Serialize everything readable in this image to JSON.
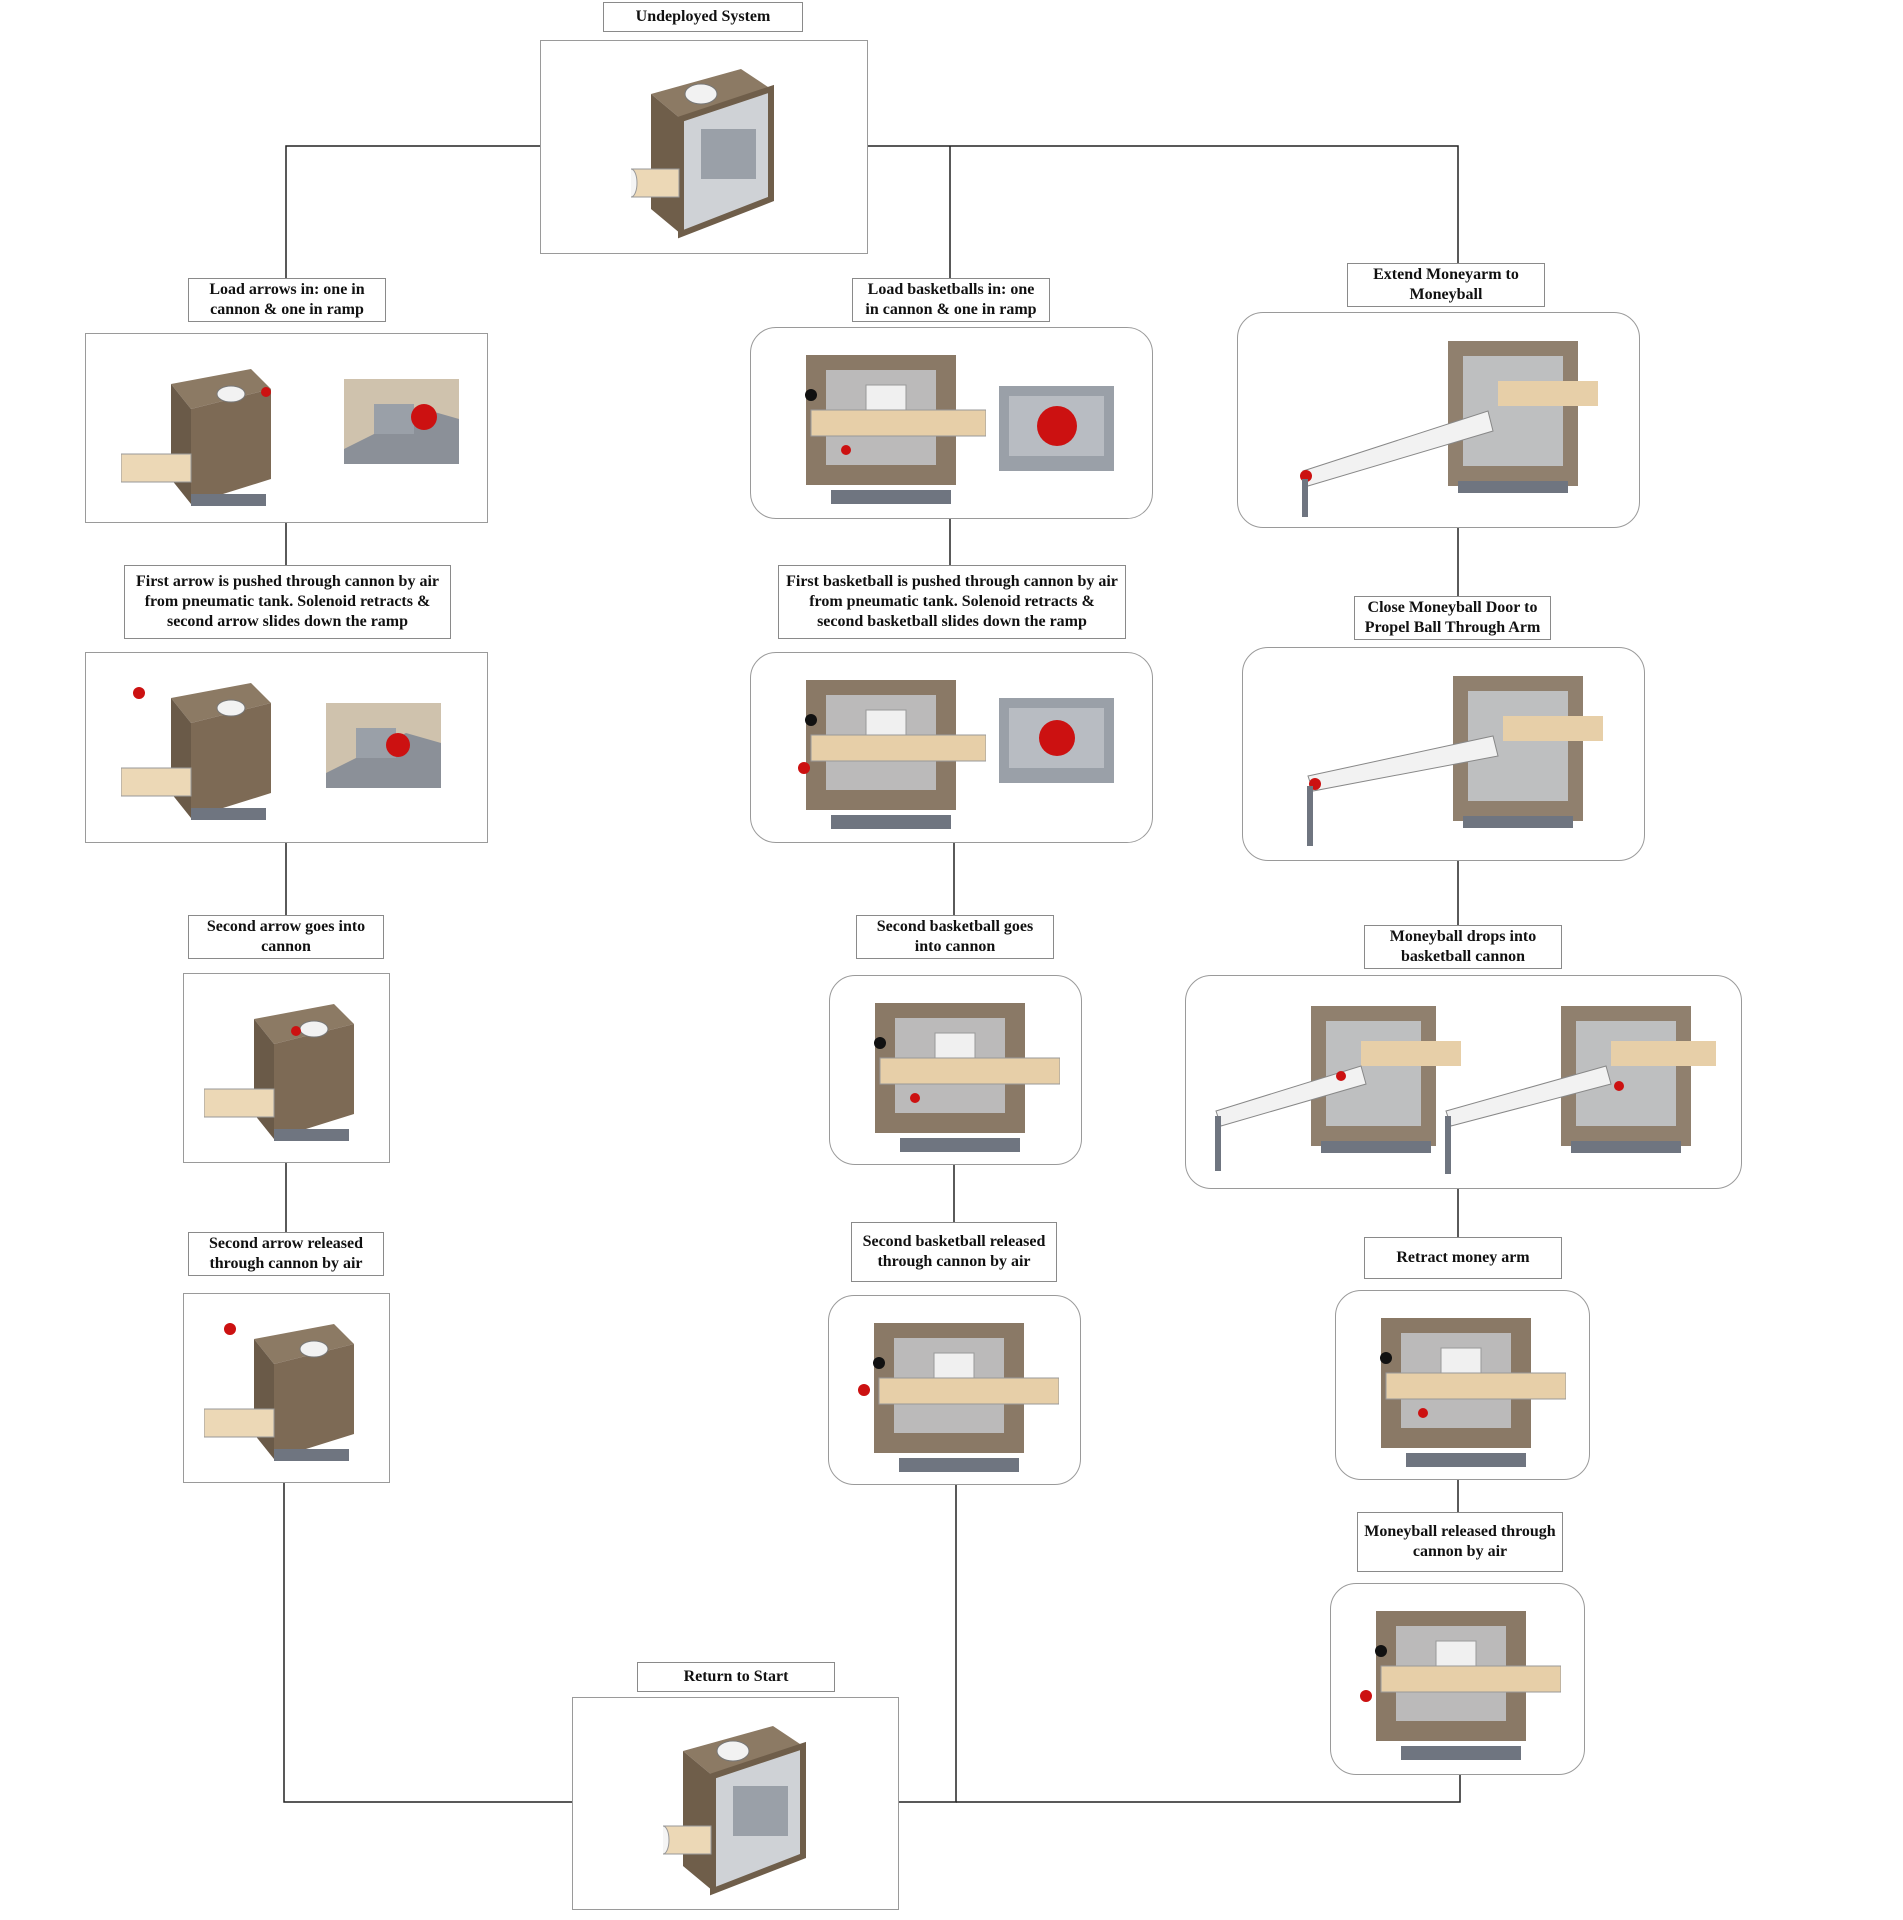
{
  "colors": {
    "frame_brown": "#7d6a55",
    "frame_dark": "#5f5040",
    "base_gray": "#6f7580",
    "panel_gray": "#c7cacf",
    "cannon_tan": "#e7cfa8",
    "ball_red": "#cc1111",
    "line": "#222222"
  },
  "icons": [
    "robot-render-icon",
    "ball-closeup-icon",
    "moneyball-arm-icon"
  ],
  "steps": {
    "undeployed": "Undeployed System",
    "load_arrows": "Load arrows in: one in cannon & one in ramp",
    "load_basketballs": "Load basketballs in: one in cannon & one in ramp",
    "extend_moneyarm": "Extend Moneyarm to Moneyball",
    "first_arrow": "First arrow is pushed through cannon by air from pneumatic tank. Solenoid retracts & second arrow slides down the ramp",
    "first_basketball": "First basketball is pushed through cannon by air from pneumatic tank. Solenoid retracts & second basketball slides down the ramp",
    "close_moneyball_door": "Close Moneyball Door to Propel Ball Through Arm",
    "second_arrow_into": "Second arrow goes into cannon",
    "second_basketball_into": "Second basketball goes into cannon",
    "moneyball_drops": "Moneyball drops into basketball cannon",
    "second_arrow_released": "Second arrow released through cannon by air",
    "second_basketball_released": "Second basketball released through cannon by air",
    "retract_money_arm": "Retract money arm",
    "moneyball_released": "Moneyball released through cannon by air",
    "return_to_start": "Return to Start"
  }
}
